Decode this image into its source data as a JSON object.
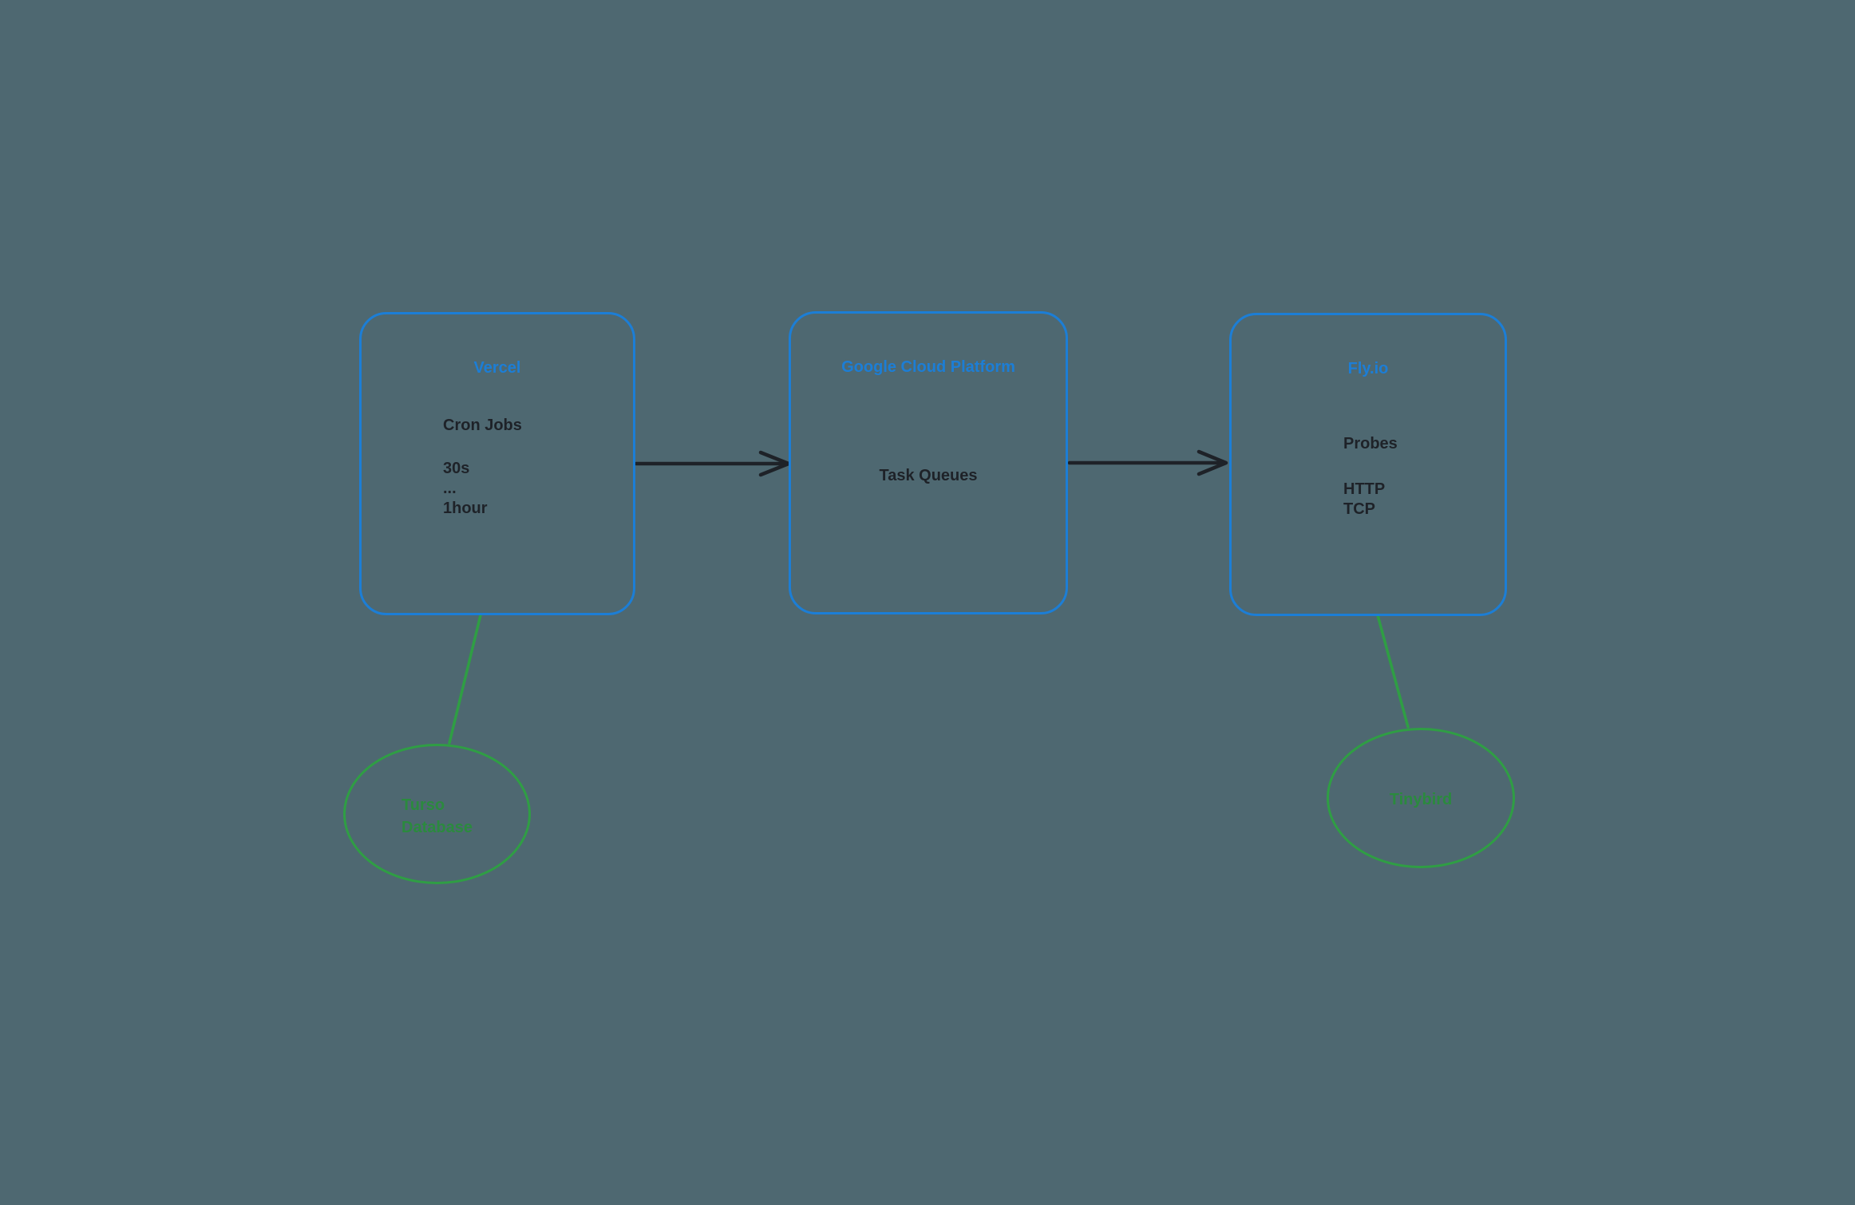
{
  "diagram": {
    "background_color": "#4E6871",
    "box_border_color": "#1C7ED6",
    "box_title_color": "#1C7ED6",
    "body_text_color": "#1E2228",
    "arrow_color": "#1E2228",
    "green_stroke_color": "#2F9E44",
    "green_text_color": "#2B8A3E",
    "nodes": [
      {
        "title": "Vercel",
        "texts": [
          "Cron Jobs",
          "30s\n...\n1hour"
        ]
      },
      {
        "title": "Google Cloud Platform",
        "texts": [
          "Task Queues"
        ]
      },
      {
        "title": "Fly.io",
        "texts": [
          "Probes",
          "HTTP\nTCP"
        ]
      }
    ],
    "ellipses": [
      {
        "label": "Turso\nDatabase"
      },
      {
        "label": "Tinybird"
      }
    ],
    "connectors": [
      {
        "from": "Vercel",
        "to": "Google Cloud Platform",
        "style": "black-arrow"
      },
      {
        "from": "Google Cloud Platform",
        "to": "Fly.io",
        "style": "black-arrow"
      },
      {
        "from": "Vercel",
        "to": "Turso Database",
        "style": "green-line"
      },
      {
        "from": "Fly.io",
        "to": "Tinybird",
        "style": "green-line"
      }
    ]
  }
}
